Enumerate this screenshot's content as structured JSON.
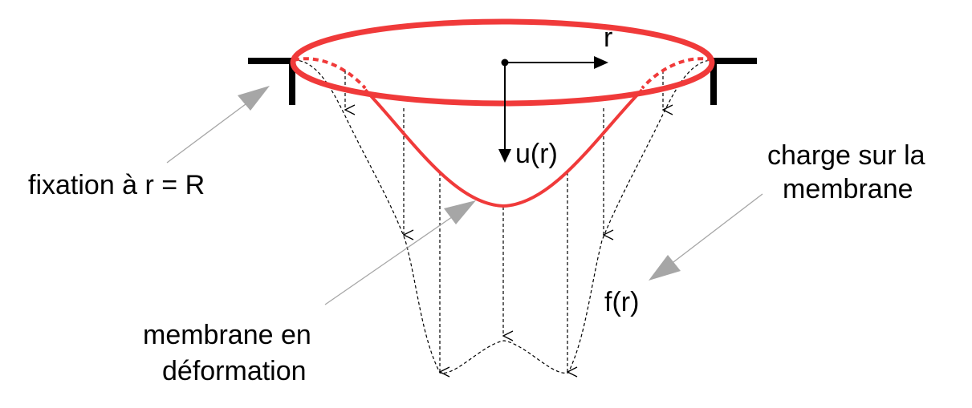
{
  "labels": {
    "r_axis": "r",
    "displacement": "u(r)",
    "clamp": "fixation à r = R",
    "load_line1": "charge sur la",
    "load_line2": "membrane",
    "load_function": "f(r)",
    "membrane_line1": "membrane en",
    "membrane_line2": "déformation"
  },
  "colors": {
    "membrane": "#f03a3a",
    "ink": "#000000",
    "pointer": "#a6a6a6",
    "background": "#ffffff"
  }
}
